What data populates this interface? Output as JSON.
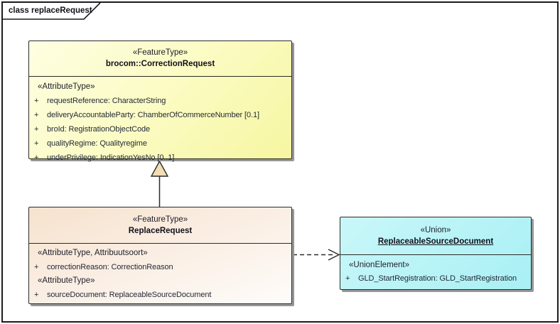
{
  "frame": {
    "label": "class replaceRequest"
  },
  "symbols": {
    "plus": "+"
  },
  "colors": {
    "correction_fill_light": "#FEFEE2",
    "correction_fill": "#F6F6A2",
    "replace_fill": "#F6E2CE",
    "replace_fill_light": "#FEFCFA",
    "union_fill_light": "#C9F7F9",
    "union_fill": "#AFF2F6",
    "triangle_fill": "#F1DEB4",
    "line_color": "#2B2B26",
    "shadow": "#969696"
  },
  "correction_request": {
    "stereotype": "«FeatureType»",
    "name": "brocom::CorrectionRequest",
    "attr_stereotype": "«AttributeType»",
    "attributes": [
      "requestReference: CharacterString",
      "deliveryAccountableParty: ChamberOfCommerceNumber [0.1]",
      "broId: RegistrationObjectCode",
      "qualityRegime: Qualityregime",
      "underPrivilege: IndicationYesNo [0..1]"
    ]
  },
  "replace_request": {
    "stereotype": "«FeatureType»",
    "name": "ReplaceRequest",
    "groups": [
      {
        "stereotype": "«AttributeType, Attribuutsoort»",
        "attributes": [
          "correctionReason: CorrectionReason"
        ]
      },
      {
        "stereotype": "«AttributeType»",
        "attributes": [
          "sourceDocument: ReplaceableSourceDocument"
        ]
      }
    ]
  },
  "union": {
    "stereotype": "«Union»",
    "name": "ReplaceableSourceDocument",
    "attr_stereotype": "«UnionElement»",
    "attributes": [
      "GLD_StartRegistration: GLD_StartRegistration"
    ]
  }
}
